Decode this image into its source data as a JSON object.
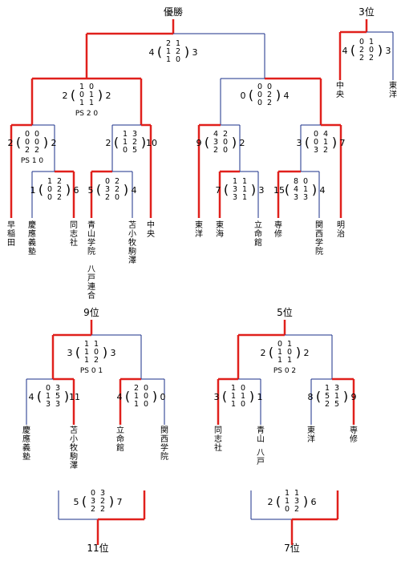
{
  "headers": {
    "champion": "優勝",
    "third": "3位",
    "ninth": "9位",
    "fifth": "5位",
    "eleventh": "11位",
    "seventh": "7位"
  },
  "teams": {
    "waseda": "早稲田",
    "keio": "慶應義塾",
    "doshisha": "同志社",
    "aoyama": "青山学院 八戸連合",
    "tomakomai": "苫小牧駒澤",
    "chuo": "中央",
    "toyo": "東洋",
    "tokai": "東海",
    "ritsumeikan": "立命館",
    "senshu": "専修",
    "kansai": "関西学院",
    "meiji": "明治",
    "aoyama_short": "青山",
    "hachinohe": "八戸"
  },
  "matches": {
    "final": {
      "left": "4",
      "right": "3",
      "periods": [
        [
          "2",
          "1"
        ],
        [
          "1",
          "2"
        ],
        [
          "1",
          "0"
        ]
      ]
    },
    "sf1": {
      "left": "2",
      "right": "2",
      "periods": [
        [
          "1",
          "0"
        ],
        [
          "0",
          "1"
        ],
        [
          "1",
          "1"
        ]
      ],
      "note": "PS 2 0"
    },
    "sf2": {
      "left": "0",
      "right": "4",
      "periods": [
        [
          "0",
          "0"
        ],
        [
          "0",
          "2"
        ],
        [
          "0",
          "2"
        ]
      ]
    },
    "qf1": {
      "left": "2",
      "right": "2",
      "periods": [
        [
          "0",
          "0"
        ],
        [
          "0",
          "0"
        ],
        [
          "2",
          "2"
        ]
      ],
      "note": "PS 1 0"
    },
    "r1a": {
      "left": "1",
      "right": "6",
      "periods": [
        [
          "1",
          "2"
        ],
        [
          "0",
          "2"
        ],
        [
          "0",
          "2"
        ]
      ]
    },
    "qf2": {
      "left": "2",
      "right": "10",
      "periods": [
        [
          "1",
          "3"
        ],
        [
          "1",
          "2"
        ],
        [
          "0",
          "5"
        ]
      ]
    },
    "r1b": {
      "left": "5",
      "right": "4",
      "periods": [
        [
          "0",
          "2"
        ],
        [
          "3",
          "2"
        ],
        [
          "2",
          "0"
        ]
      ]
    },
    "qf3": {
      "left": "9",
      "right": "2",
      "periods": [
        [
          "4",
          "2"
        ],
        [
          "3",
          "0"
        ],
        [
          "2",
          "0"
        ]
      ]
    },
    "r1c": {
      "left": "7",
      "right": "3",
      "periods": [
        [
          "1",
          "1"
        ],
        [
          "3",
          "1"
        ],
        [
          "3",
          "1"
        ]
      ]
    },
    "qf4": {
      "left": "3",
      "right": "7",
      "periods": [
        [
          "0",
          "4"
        ],
        [
          "0",
          "1"
        ],
        [
          "3",
          "2"
        ]
      ]
    },
    "r1d": {
      "left": "15",
      "right": "4",
      "periods": [
        [
          "8",
          "0"
        ],
        [
          "4",
          "1"
        ],
        [
          "3",
          "3"
        ]
      ]
    },
    "third": {
      "left": "4",
      "right": "3",
      "periods": [
        [
          "0",
          "1"
        ],
        [
          "2",
          "0"
        ],
        [
          "2",
          "2"
        ]
      ]
    },
    "ninth_final": {
      "left": "3",
      "right": "3",
      "periods": [
        [
          "1",
          "1"
        ],
        [
          "1",
          "0"
        ],
        [
          "1",
          "2"
        ]
      ],
      "note": "PS 0 1"
    },
    "ninth_a": {
      "left": "4",
      "right": "11",
      "periods": [
        [
          "0",
          "3"
        ],
        [
          "1",
          "5"
        ],
        [
          "3",
          "3"
        ]
      ]
    },
    "ninth_b": {
      "left": "4",
      "right": "0",
      "periods": [
        [
          "2",
          "0"
        ],
        [
          "1",
          "0"
        ],
        [
          "1",
          "0"
        ]
      ]
    },
    "fifth_final": {
      "left": "2",
      "right": "2",
      "periods": [
        [
          "0",
          "1"
        ],
        [
          "1",
          "0"
        ],
        [
          "1",
          "1"
        ]
      ],
      "note": "PS 0 2"
    },
    "fifth_a": {
      "left": "3",
      "right": "1",
      "periods": [
        [
          "1",
          "0"
        ],
        [
          "1",
          "1"
        ],
        [
          "1",
          "0"
        ]
      ]
    },
    "fifth_b": {
      "left": "8",
      "right": "9",
      "periods": [
        [
          "1",
          "3"
        ],
        [
          "5",
          "1"
        ],
        [
          "2",
          "5"
        ]
      ]
    },
    "eleventh": {
      "left": "5",
      "right": "7",
      "periods": [
        [
          "0",
          "3"
        ],
        [
          "3",
          "2"
        ],
        [
          "2",
          "2"
        ]
      ]
    },
    "seventh": {
      "left": "2",
      "right": "6",
      "periods": [
        [
          "1",
          "1"
        ],
        [
          "1",
          "3"
        ],
        [
          "0",
          "2"
        ]
      ]
    }
  },
  "colors": {
    "winner_line": "#e0201c",
    "loser_line": "#1a2f8a"
  }
}
